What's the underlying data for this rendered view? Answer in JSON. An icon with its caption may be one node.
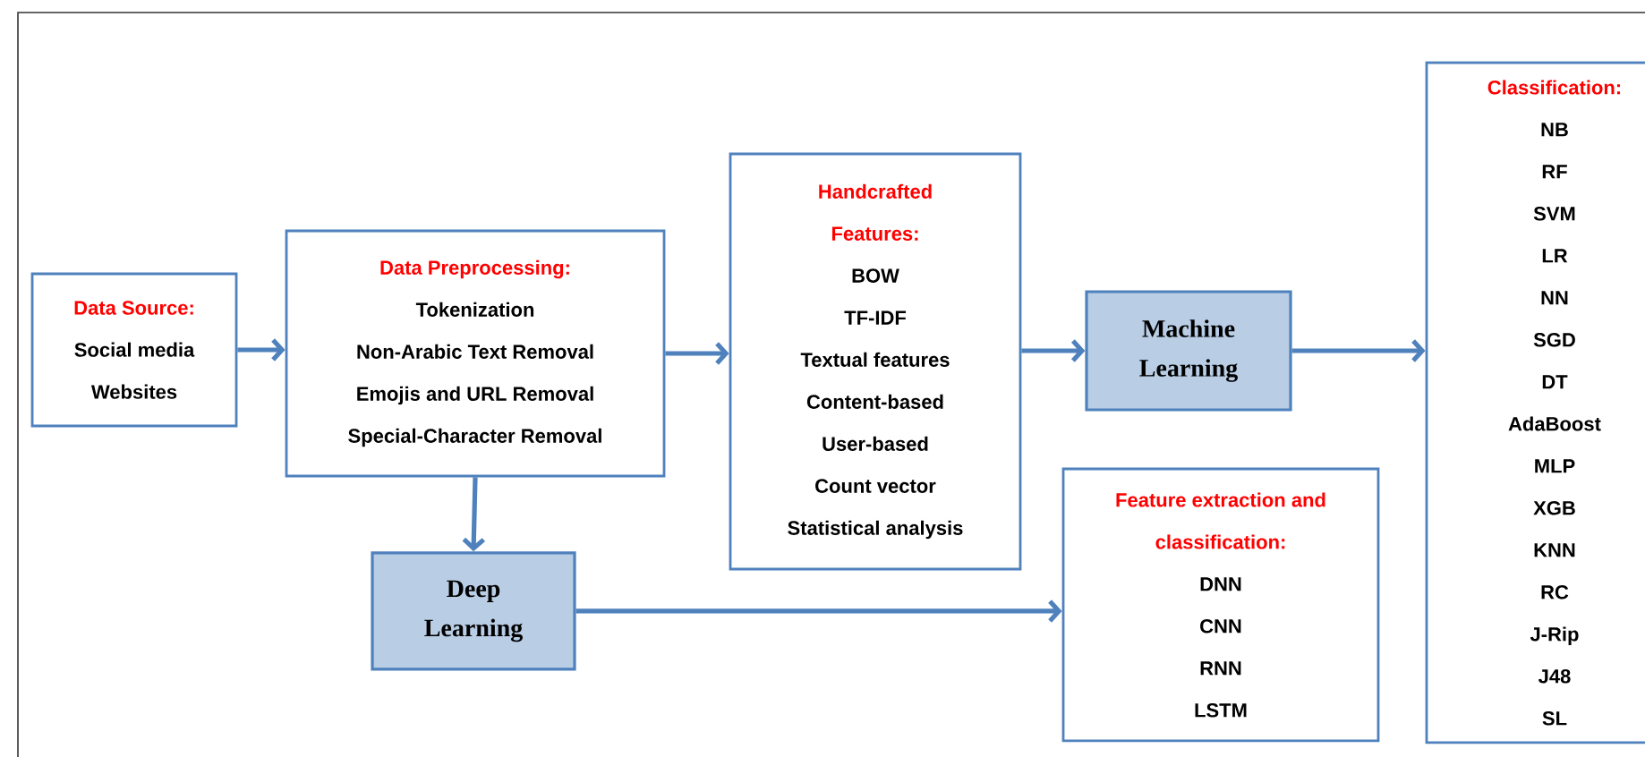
{
  "diagram": {
    "nodes": [
      {
        "text": [
          "Data Source:",
          "Social media",
          "Websites"
        ]
      },
      {
        "text": [
          "Data Preprocessing:",
          "Tokenization",
          "Non-Arabic Text Removal",
          "Emojis and URL Removal",
          "Special-Character Removal"
        ]
      },
      {
        "text": [
          "Handcrafted Features:",
          "BOW",
          "TF-IDF",
          "Textual features",
          "Content-based",
          "User-based",
          "Count vector",
          "Statistical analysis"
        ]
      },
      {
        "text": [
          "Machine Learning"
        ]
      },
      {
        "text": [
          "Classification:",
          "NB",
          "RF",
          "SVM",
          "LR",
          "NN",
          "SGD",
          "DT",
          "AdaBoost",
          "MLP",
          "XGB",
          "KNN",
          "RC",
          "J-Rip",
          "J48",
          "SL"
        ]
      },
      {
        "text": [
          "Deep Learning"
        ]
      },
      {
        "text": [
          "Feature extraction and classification:",
          "DNN",
          "CNN",
          "RNN",
          "LSTM"
        ]
      }
    ],
    "edges": [
      {
        "from": 0,
        "to": 1,
        "arrow": "to"
      },
      {
        "from": 1,
        "to": 2,
        "arrow": "to"
      },
      {
        "from": 2,
        "to": 3,
        "arrow": "to"
      },
      {
        "from": 3,
        "to": 4,
        "arrow": "to"
      },
      {
        "from": 1,
        "to": 5,
        "arrow": "to"
      },
      {
        "from": 5,
        "to": 6,
        "arrow": "to"
      }
    ]
  }
}
